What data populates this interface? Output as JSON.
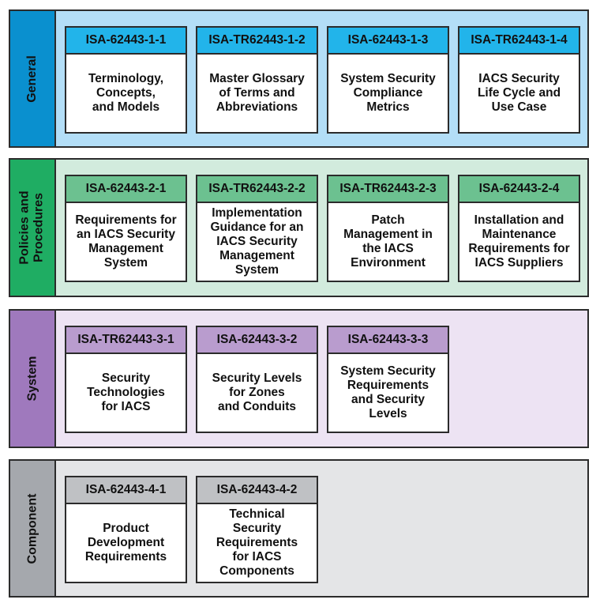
{
  "groups": [
    {
      "label": "General",
      "colors": {
        "label_bg": "#0a90cf",
        "panel_bg": "#b3def7",
        "header_bg": "#22b4ea"
      },
      "cards": [
        {
          "code": "ISA-62443-1-1",
          "title": "Terminology,\nConcepts,\nand Models"
        },
        {
          "code": "ISA-TR62443-1-2",
          "title": "Master Glossary\nof Terms and\nAbbreviations"
        },
        {
          "code": "ISA-62443-1-3",
          "title": "System Security\nCompliance\nMetrics"
        },
        {
          "code": "ISA-TR62443-1-4",
          "title": "IACS Security\nLife Cycle and\nUse Case"
        }
      ]
    },
    {
      "label": "Policies and\nProcedures",
      "colors": {
        "label_bg": "#1fad63",
        "panel_bg": "#d2ebdd",
        "header_bg": "#6cc190"
      },
      "cards": [
        {
          "code": "ISA-62443-2-1",
          "title": "Requirements for\nan IACS Security\nManagement\nSystem"
        },
        {
          "code": "ISA-TR62443-2-2",
          "title": "Implementation\nGuidance for an\nIACS Security\nManagement\nSystem"
        },
        {
          "code": "ISA-TR62443-2-3",
          "title": "Patch\nManagement in\nthe IACS\nEnvironment"
        },
        {
          "code": "ISA-62443-2-4",
          "title": "Installation and\nMaintenance\nRequirements for\nIACS Suppliers"
        }
      ]
    },
    {
      "label": "System",
      "colors": {
        "label_bg": "#9f79bd",
        "panel_bg": "#ede3f3",
        "header_bg": "#b99cce"
      },
      "cards": [
        {
          "code": "ISA-TR62443-3-1",
          "title": "Security\nTechnologies\nfor IACS"
        },
        {
          "code": "ISA-62443-3-2",
          "title": "Security Levels\nfor Zones\nand Conduits"
        },
        {
          "code": "ISA-62443-3-3",
          "title": "System Security\nRequirements\nand Security\nLevels"
        }
      ]
    },
    {
      "label": "Component",
      "colors": {
        "label_bg": "#a5a8ad",
        "panel_bg": "#e4e5e7",
        "header_bg": "#bfc1c4"
      },
      "cards": [
        {
          "code": "ISA-62443-4-1",
          "title": "Product\nDevelopment\nRequirements"
        },
        {
          "code": "ISA-62443-4-2",
          "title": "Technical\nSecurity\nRequirements\nfor IACS\nComponents"
        }
      ]
    }
  ]
}
